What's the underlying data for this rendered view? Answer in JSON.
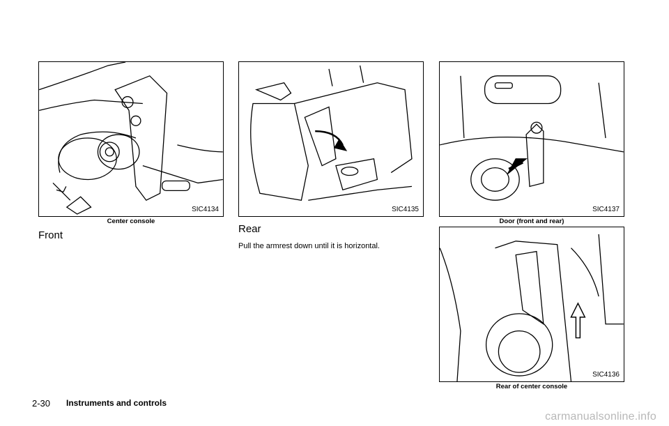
{
  "figures": [
    {
      "code": "SIC4134",
      "caption": "Center console",
      "icon": "center-console-illustration"
    },
    {
      "code": "SIC4135",
      "caption": "",
      "icon": "rear-seat-armrest-illustration"
    },
    {
      "code": "SIC4137",
      "caption": "Door (front and rear)",
      "icon": "door-bottle-holder-illustration"
    },
    {
      "code": "SIC4136",
      "caption": "Rear of center console",
      "icon": "rear-console-cupholder-illustration"
    }
  ],
  "sections": {
    "front": {
      "heading": "Front"
    },
    "rear": {
      "heading": "Rear",
      "text": "Pull the armrest down until it is horizontal."
    }
  },
  "footer": {
    "page_number": "2-30",
    "chapter": "Instruments and controls"
  },
  "watermark": "carmanualsonline.info"
}
